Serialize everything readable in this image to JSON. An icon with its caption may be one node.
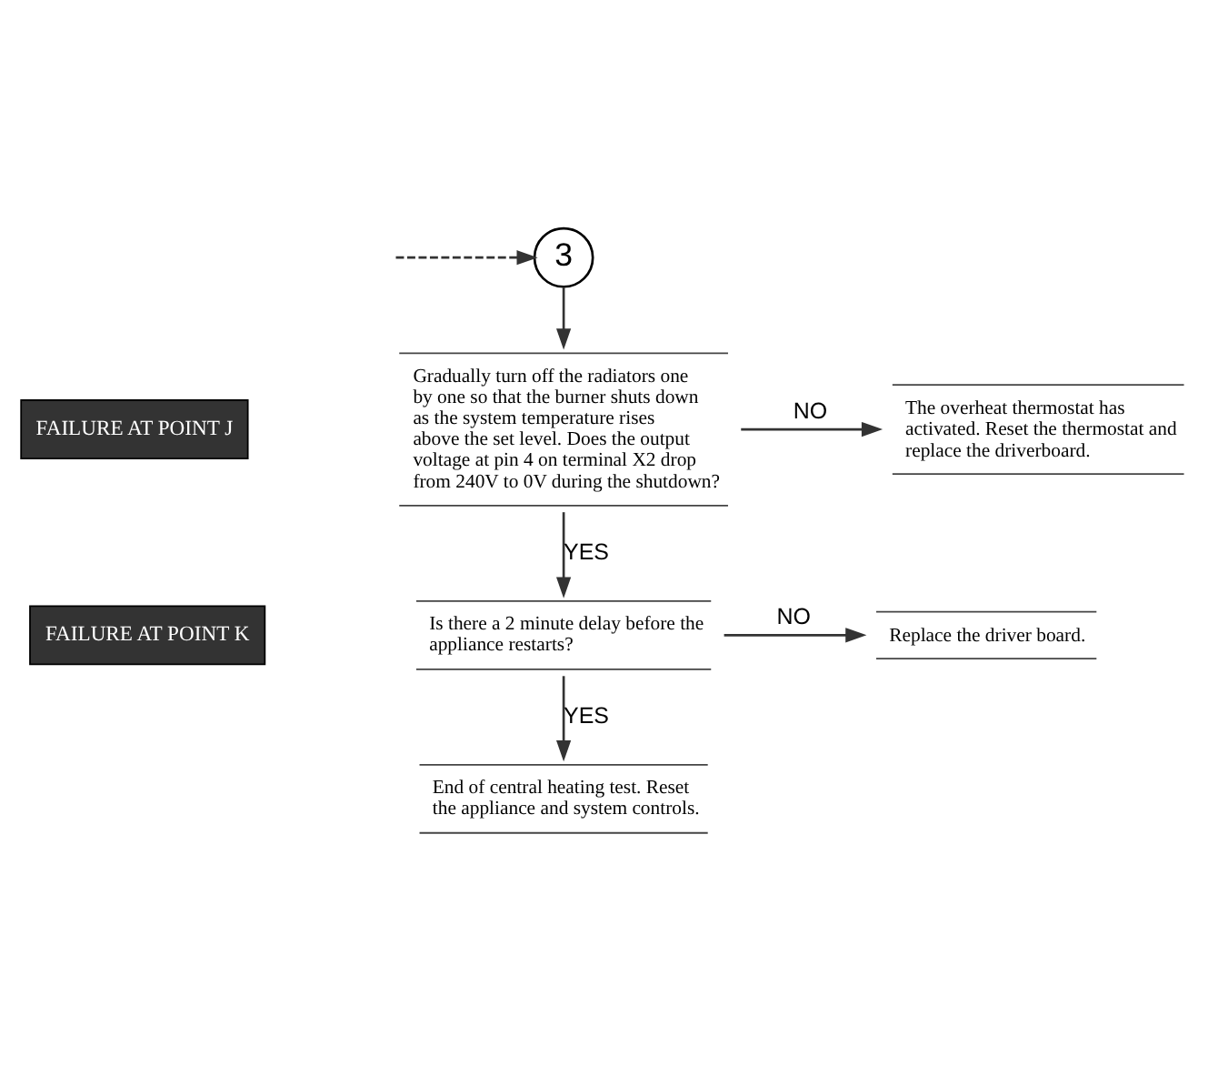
{
  "diagram": {
    "nodes": [
      {
        "text": [
          "3"
        ]
      },
      {
        "text": [
          "Gradually turn off the radiators one by one so that the burner shuts down as the system temperature rises above the set level. Does the output voltage at pin 4 on terminal X2 drop from 240V to 0V during the shutdown?"
        ]
      },
      {
        "text": [
          "The overheat thermostat has activated. Reset the thermostat and replace the driverboard."
        ]
      },
      {
        "text": [
          "Is there a 2 minute delay before the appliance restarts?"
        ]
      },
      {
        "text": [
          "Replace the driver board."
        ]
      },
      {
        "text": [
          "End of central heating test. Reset the appliance and system controls."
        ]
      }
    ],
    "edges": [
      {
        "from": null,
        "to": 0,
        "arrow": "to",
        "style": "dashed"
      },
      {
        "from": 0,
        "to": 1,
        "arrow": "to"
      },
      {
        "from": 1,
        "to": 2,
        "arrow": "to",
        "label": "NO"
      },
      {
        "from": 1,
        "to": 3,
        "arrow": "to",
        "label": "YES"
      },
      {
        "from": 3,
        "to": 4,
        "arrow": "to",
        "label": "NO"
      },
      {
        "from": 3,
        "to": 5,
        "arrow": "to",
        "label": "YES"
      }
    ],
    "labels": [
      "FAILURE AT POINT J",
      "FAILURE AT POINT K"
    ]
  }
}
